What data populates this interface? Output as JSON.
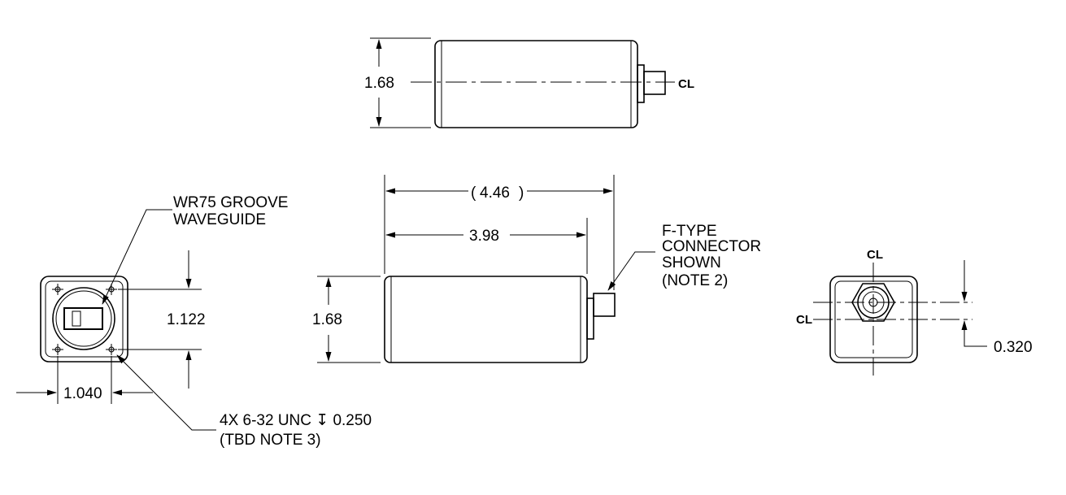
{
  "top_view": {
    "height_dim": "1.68",
    "centerline": "CL"
  },
  "front_view": {
    "overall_length_open": "(",
    "overall_length": "4.46",
    "overall_length_close": ")",
    "body_length": "3.98",
    "height_dim": "1.68"
  },
  "connector_note": {
    "line1": "F-TYPE",
    "line2": "CONNECTOR",
    "line3": "SHOWN",
    "line4": "(NOTE 2)"
  },
  "left_view": {
    "waveguide_line1": "WR75 GROOVE",
    "waveguide_line2": "WAVEGUIDE",
    "vertical_spacing": "1.122",
    "horizontal_spacing": "1.040",
    "holes_line1": "4X 6-32 UNC ↧ 0.250",
    "holes_line2": "(TBD NOTE 3)"
  },
  "right_view": {
    "centerline_top": "CL",
    "centerline_left": "CL",
    "offset_dim": "0.320"
  }
}
